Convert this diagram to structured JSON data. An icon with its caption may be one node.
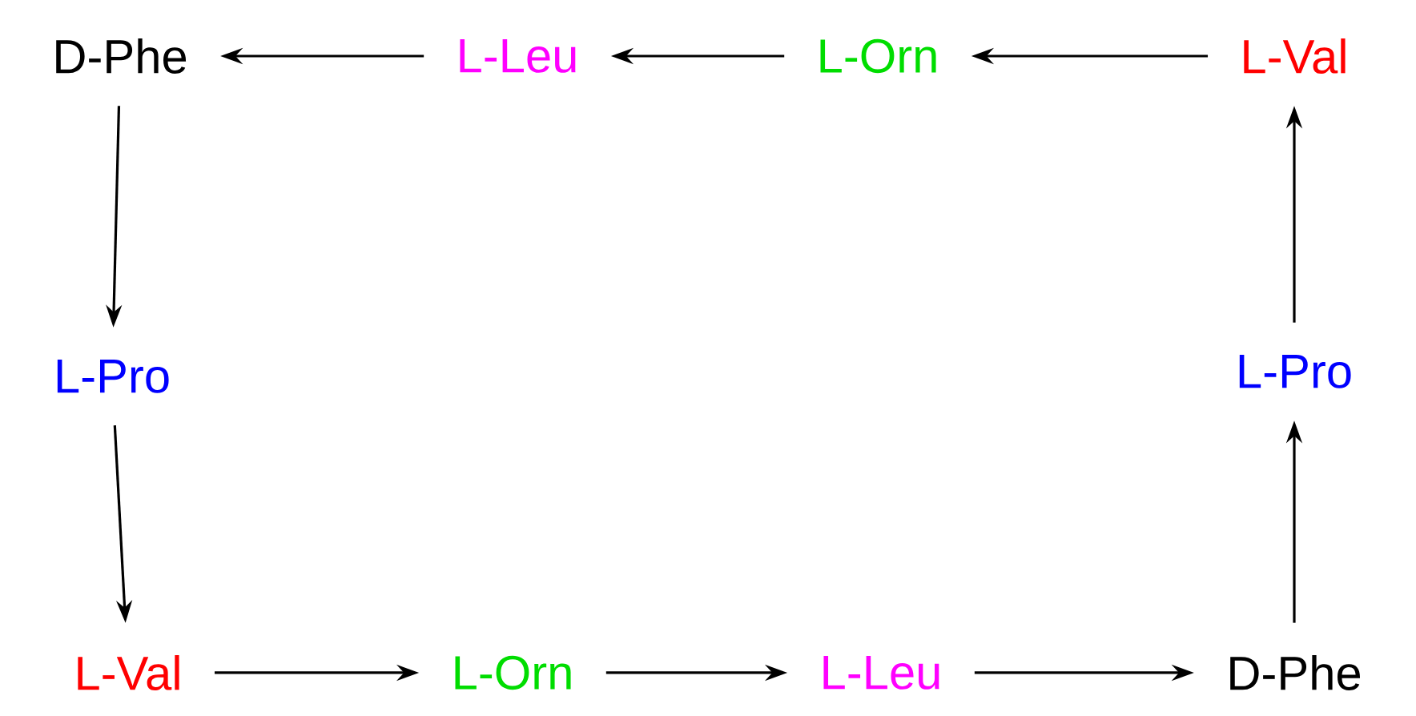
{
  "diagram": {
    "nodes": [
      {
        "text": [
          "D-Phe"
        ]
      },
      {
        "text": [
          "L-Leu"
        ]
      },
      {
        "text": [
          "L-Orn"
        ]
      },
      {
        "text": [
          "L-Val"
        ]
      },
      {
        "text": [
          "L-Pro"
        ]
      },
      {
        "text": [
          "L-Pro"
        ]
      },
      {
        "text": [
          "L-Val"
        ]
      },
      {
        "text": [
          "L-Orn"
        ]
      },
      {
        "text": [
          "L-Leu"
        ]
      },
      {
        "text": [
          "D-Phe"
        ]
      }
    ],
    "edges": [
      {
        "from": 3,
        "to": 2,
        "arrow": "to"
      },
      {
        "from": 2,
        "to": 1,
        "arrow": "to"
      },
      {
        "from": 1,
        "to": 0,
        "arrow": "to"
      },
      {
        "from": 0,
        "to": 4,
        "arrow": "to"
      },
      {
        "from": 4,
        "to": 6,
        "arrow": "to"
      },
      {
        "from": 6,
        "to": 7,
        "arrow": "to"
      },
      {
        "from": 7,
        "to": 8,
        "arrow": "to"
      },
      {
        "from": 8,
        "to": 9,
        "arrow": "to"
      },
      {
        "from": 9,
        "to": 5,
        "arrow": "to"
      },
      {
        "from": 5,
        "to": 3,
        "arrow": "to"
      }
    ]
  }
}
